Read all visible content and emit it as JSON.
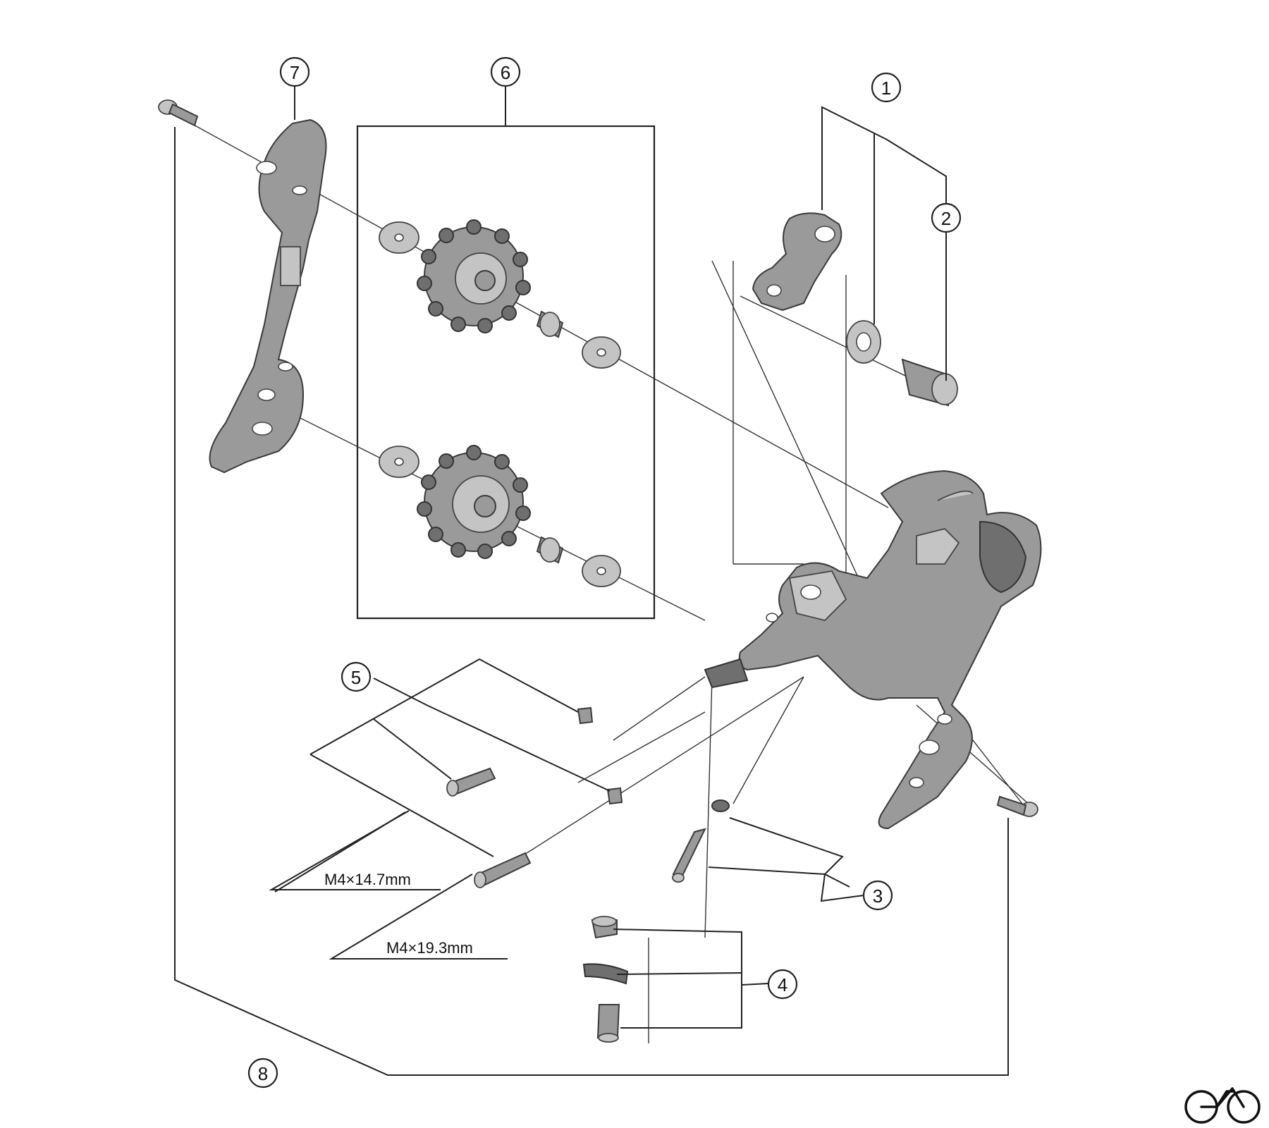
{
  "callouts": [
    {
      "id": "1",
      "label": "1"
    },
    {
      "id": "2",
      "label": "2"
    },
    {
      "id": "3",
      "label": "3"
    },
    {
      "id": "4",
      "label": "4"
    },
    {
      "id": "5",
      "label": "5"
    },
    {
      "id": "6",
      "label": "6"
    },
    {
      "id": "7",
      "label": "7"
    },
    {
      "id": "8",
      "label": "8"
    }
  ],
  "dimensions": {
    "short_bolt": "M4×14.7mm",
    "long_bolt": "M4×19.3mm"
  },
  "icons": {
    "corner_logo": "bicycle-icon"
  }
}
